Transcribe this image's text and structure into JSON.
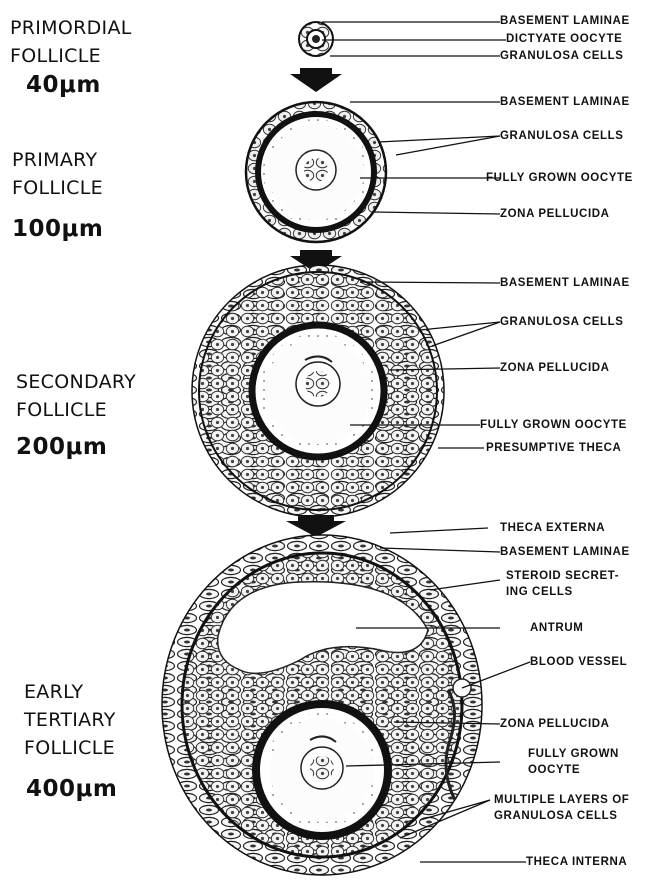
{
  "stages": [
    {
      "name_lines": [
        "PRIMORDIAL",
        "FOLLICLE"
      ],
      "size": "40μm"
    },
    {
      "name_lines": [
        "PRIMARY",
        "FOLLICLE"
      ],
      "size": "100μm"
    },
    {
      "name_lines": [
        "SECONDARY",
        "FOLLICLE"
      ],
      "size": "200μm"
    },
    {
      "name_lines": [
        "EARLY",
        "TERTIARY",
        "FOLLICLE"
      ],
      "size": "400μm"
    }
  ],
  "labels": {
    "primordial": [
      "BASEMENT LAMINAE",
      "DICTYATE OOCYTE",
      "GRANULOSA CELLS"
    ],
    "primary": [
      "BASEMENT LAMINAE",
      "GRANULOSA CELLS",
      "FULLY GROWN OOCYTE",
      "ZONA PELLUCIDA"
    ],
    "secondary": [
      "BASEMENT LAMINAE",
      "GRANULOSA CELLS",
      "ZONA PELLUCIDA",
      "FULLY GROWN OOCYTE",
      "PRESUMPTIVE THECA"
    ],
    "tertiary": [
      "THECA  EXTERNA",
      "BASEMENT LAMINAE",
      "STEROID SECRET-\nING CELLS",
      "ANTRUM",
      "BLOOD VESSEL",
      "ZONA PELLUCIDA",
      "FULLY GROWN\nOOCYTE",
      "MULTIPLE LAYERS OF\nGRANULOSA CELLS",
      "THECA INTERNA"
    ]
  }
}
